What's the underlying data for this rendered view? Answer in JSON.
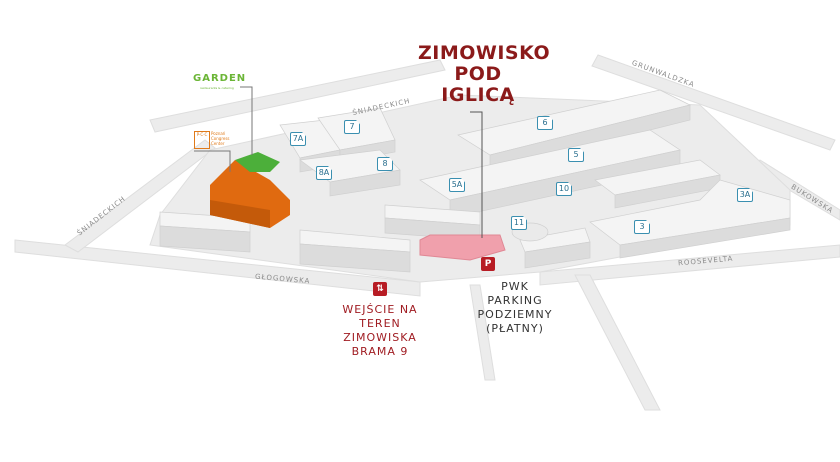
{
  "title": [
    "ZIMOWISKO",
    "POD",
    "IGLICĄ"
  ],
  "entry": [
    "WEJŚCIE NA TEREN",
    "ZIMOWISKA",
    "BRAMA 9"
  ],
  "parking": [
    "PWK",
    "PARKING",
    "PODZIEMNY",
    "(PŁATNY)"
  ],
  "streets": {
    "sniadeckich_top": "ŚNIADECKICH",
    "sniadeckich_left": "ŚNIADECKICH",
    "glogowska": "GŁOGOWSKA",
    "grunwaldzka": "GRUNWALDZKA",
    "bukowska": "BUKOWSKA",
    "roosevelta": "ROOSEVELTA"
  },
  "buildings": [
    "7A",
    "7",
    "8A",
    "8",
    "6",
    "5",
    "5A",
    "10",
    "11",
    "3",
    "3A"
  ],
  "garden": {
    "name": "GARDEN",
    "subtitle": "restaurants & catering"
  },
  "pcc": {
    "logo": "P·C·C",
    "label": "Poznań Congress Center"
  },
  "icons": {
    "entry": "entry-exit-arrows-icon",
    "parking": "parking-icon"
  },
  "colors": {
    "title": "#8b1a1a",
    "highlight": "#f0a0ac",
    "garden": "#4caf3a",
    "pcc": "#e06a10",
    "marker": "#3a8fb0"
  }
}
